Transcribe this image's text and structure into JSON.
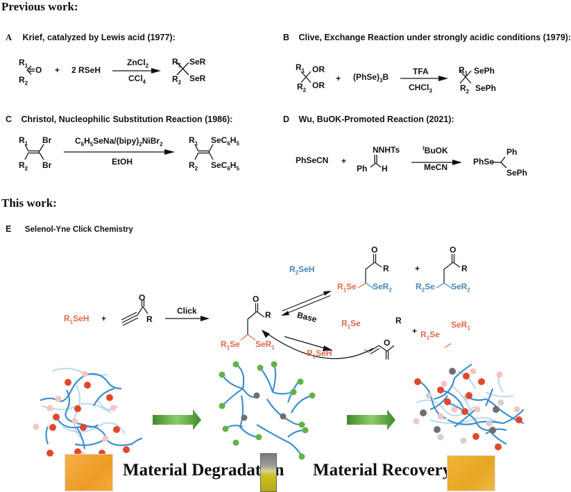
{
  "headings": {
    "previous": "Previous work:",
    "this_work": "This work:"
  },
  "panels": {
    "A": {
      "letter": "A",
      "title": "Krief, catalyzed by Lewis acid (1977):",
      "reactant1": {
        "r1": "R1",
        "r2": "R2",
        "group": "O"
      },
      "plus": "+",
      "reactant2": "2 RSeH",
      "reagent_top": "ZnCl2",
      "reagent_bottom": "CCl4",
      "product": {
        "r1": "R1",
        "r2": "R2",
        "s1": "SeR",
        "s2": "SeR"
      }
    },
    "B": {
      "letter": "B",
      "title": "Clive, Exchange Reaction under strongly acidic conditions (1979):",
      "reactant1": {
        "r1": "R1",
        "r2": "R2",
        "o1": "OR",
        "o2": "OR"
      },
      "plus": "+",
      "reactant2": "(PhSe)3B",
      "reagent_top": "TFA",
      "reagent_bottom": "CHCl3",
      "product": {
        "r1": "R1",
        "r2": "R2",
        "s1": "SePh",
        "s2": "SePh"
      }
    },
    "C": {
      "letter": "C",
      "title": "Christol, Nucleophilic Substitution Reaction (1986):",
      "reactant1": {
        "r1": "R1",
        "r2": "R2",
        "x1": "Br",
        "x2": "Br"
      },
      "reagent_top": "C6H5SeNa/(bipy)2NiBr2",
      "reagent_bottom": "EtOH",
      "product": {
        "r1": "R1",
        "r2": "R2",
        "s1": "SeC6H5",
        "s2": "SeC6H5"
      }
    },
    "D": {
      "letter": "D",
      "title": "Wu, BuOK-Promoted Reaction (2021):",
      "reactant1": "PhSeCN",
      "plus": "+",
      "reactant2": {
        "top": "NNHTs",
        "left": "Ph",
        "right": "H"
      },
      "reagent_top": "tBuOK",
      "reagent_bottom": "MeCN",
      "product": {
        "left": "PhSe",
        "top": "Ph",
        "bottom": "SePh"
      }
    },
    "E": {
      "letter": "E",
      "title": "Selenol-Yne Click Chemistry",
      "reactant1": "R1SeH",
      "plus": "+",
      "alkyne_r": "R",
      "click_label": "Click",
      "center": {
        "o": "O",
        "r": "R",
        "left": "R1Se",
        "right": "SeR1"
      },
      "exchange_reagent": "R2SeH",
      "exchange_products": [
        {
          "o": "O",
          "r": "R",
          "left": "R1Se",
          "right": "SeR2"
        },
        {
          "o": "O",
          "r": "R",
          "left": "R2Se",
          "right": "SeR2"
        }
      ],
      "base_label": "Base",
      "base_products": {
        "vinyl_left": "R1Se",
        "vinyl_r": "R",
        "vinyl_o": "O",
        "diselenide_left": "R1Se",
        "diselenide_right": "SeR1"
      },
      "return_reagent": "R1SeH"
    }
  },
  "material": {
    "degradation_label": "Material Degradation",
    "recovery_label": "Material Recovery"
  },
  "colors": {
    "orange": "#e0674d",
    "blue": "#4a86b8",
    "network_blue": "#3d8fce",
    "node_red": "#e2472c",
    "node_green": "#62b249",
    "node_gray": "#6e6e6e",
    "arrow_green": "#4f9a3a",
    "foam": "#f0a231"
  }
}
